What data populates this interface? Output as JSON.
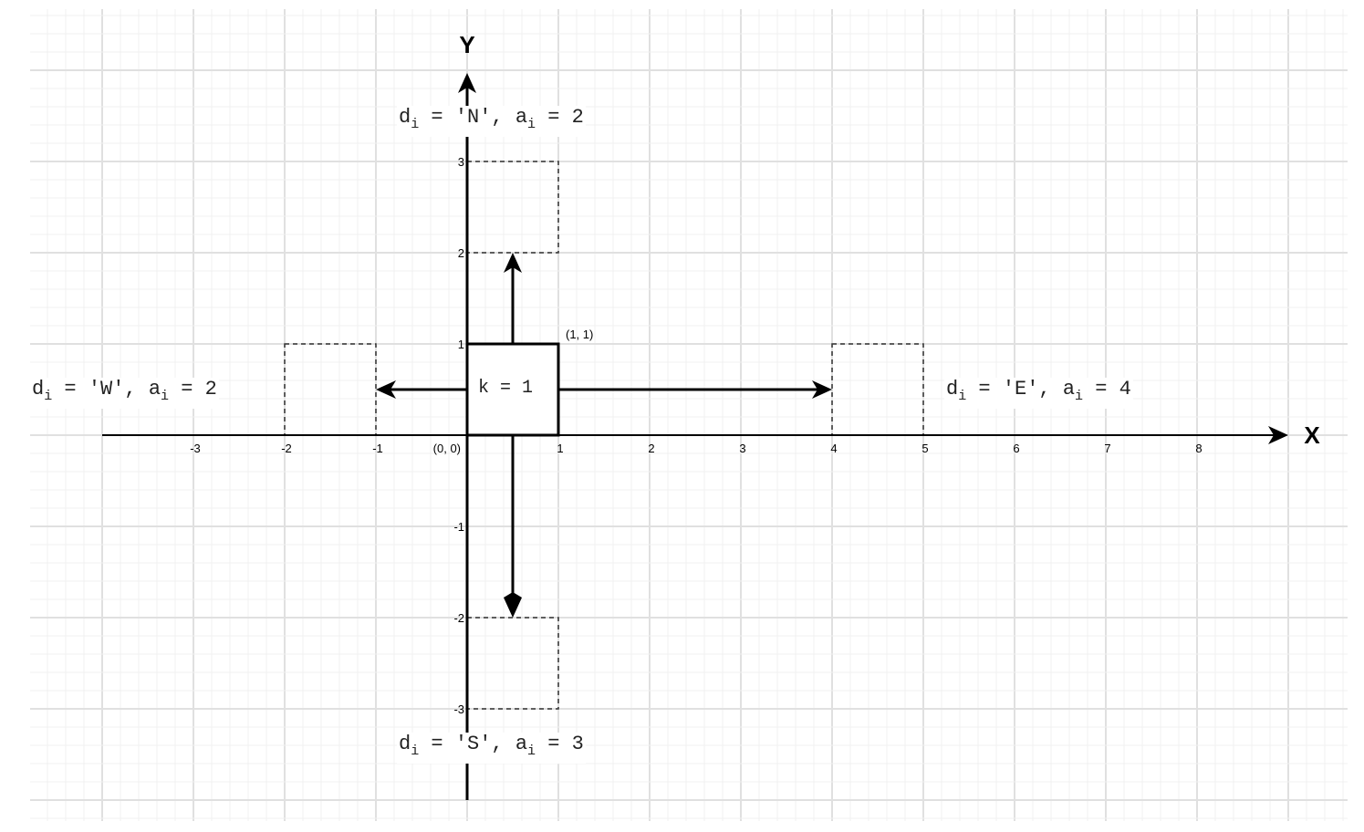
{
  "diagram": {
    "x_axis_label": "X",
    "y_axis_label": "Y",
    "x_ticks": [
      "-3",
      "-2",
      "-1",
      "1",
      "2",
      "3",
      "4",
      "5",
      "6",
      "7",
      "8"
    ],
    "x_tick_values": [
      -3,
      -2,
      -1,
      1,
      2,
      3,
      4,
      5,
      6,
      7,
      8
    ],
    "y_ticks": [
      "3",
      "2",
      "1",
      "-1",
      "-2",
      "-3"
    ],
    "y_tick_values": [
      3,
      2,
      1,
      -1,
      -2,
      -3
    ],
    "origin_label": "(0, 0)",
    "corner_label": "(1, 1)",
    "center_box": {
      "label": "k = 1",
      "x0": 0,
      "y0": 0,
      "x1": 1,
      "y1": 1
    },
    "moves": [
      {
        "dir": "N",
        "text_d": "d",
        "sub": "i",
        "text_mid": " = 'N', a",
        "text_end": " = 2",
        "box": [
          0,
          2,
          1,
          3
        ]
      },
      {
        "dir": "W",
        "text_d": "d",
        "sub": "i",
        "text_mid": " = 'W', a",
        "text_end": " = 2",
        "box": [
          -2,
          0,
          -1,
          1
        ]
      },
      {
        "dir": "E",
        "text_d": "d",
        "sub": "i",
        "text_mid": " = 'E', a",
        "text_end": " = 4",
        "box": [
          4,
          0,
          5,
          1
        ]
      },
      {
        "dir": "S",
        "text_d": "d",
        "sub": "i",
        "text_mid": " = 'S', a",
        "text_end": " = 3",
        "box": [
          0,
          -3,
          1,
          -2
        ]
      }
    ]
  }
}
